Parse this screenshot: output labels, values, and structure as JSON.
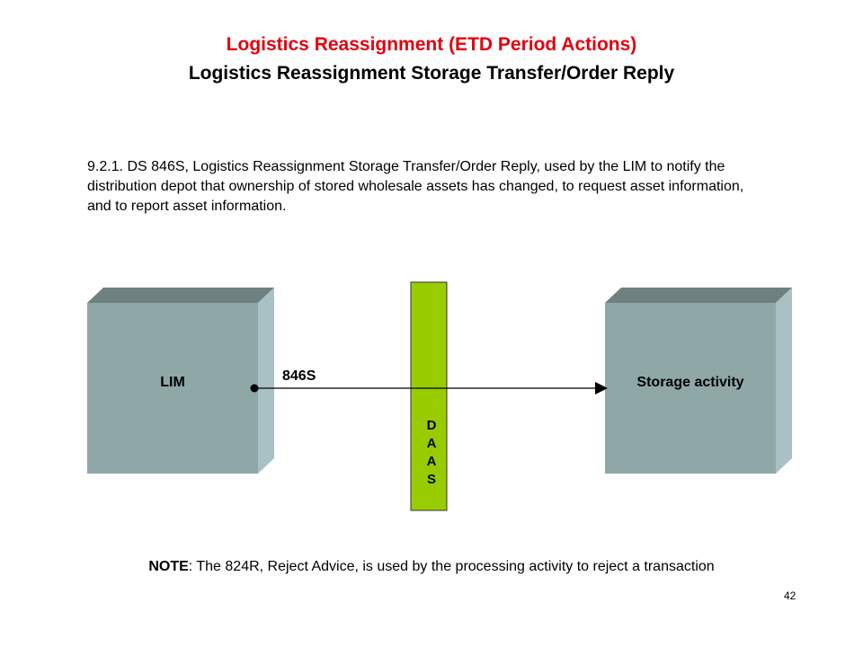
{
  "colors": {
    "title1": "#e3000f",
    "box_front": "#8fa7a7",
    "box_top": "#6f8080",
    "box_side": "#a9c1c4",
    "daas_bar": "#99cc00"
  },
  "slide": {
    "title1": "Logistics Reassignment (ETD Period Actions)",
    "title2": "Logistics Reassignment Storage Transfer/Order Reply",
    "paragraph": "9.2.1. DS 846S, Logistics Reassignment Storage Transfer/Order Reply, used by the LIM to notify the distribution depot that ownership of stored wholesale assets has changed, to request asset information, and to report asset information.",
    "note_label": "NOTE",
    "note_text": ": The 824R, Reject Advice, is used by the processing activity to reject a transaction",
    "page_number": "42"
  },
  "diagram": {
    "left_box": "LIM",
    "right_box": "Storage activity",
    "arrow_label": "846S",
    "daas_letters": [
      "D",
      "A",
      "A",
      "S"
    ]
  }
}
